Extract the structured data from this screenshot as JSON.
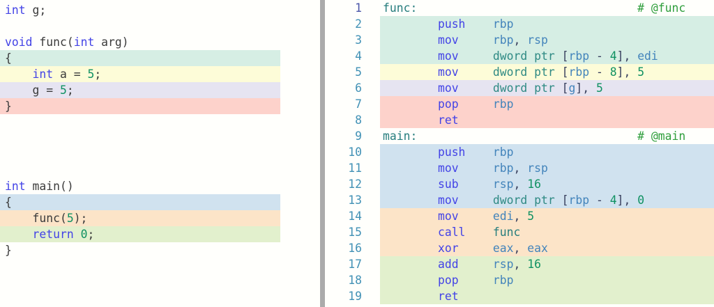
{
  "editor": {
    "background": "#fffffc",
    "divider_color": "#ababab",
    "line_number_color": "#4191b5",
    "active_line_number_color": "#4a55a8",
    "token_colors": {
      "keyword": "#4343e6",
      "opcode": "#4343e6",
      "plain": "#3b3b3b",
      "number": "#0f9162",
      "register": "#4384bb",
      "directive": "#2f8a84",
      "label": "#267d7d",
      "comment": "#2f9e3c",
      "punct": "#39405e"
    },
    "highlight_palette": {
      "teal": "#d6eee4",
      "yellow": "#fdfcd8",
      "lavender": "#e6e4f1",
      "pink": "#fdd2cb",
      "blue": "#d0e2ef",
      "orange": "#fce4c8",
      "green": "#e2f0cd"
    }
  },
  "source_pane": {
    "lines": [
      {
        "highlight": null,
        "segments": [
          [
            "int",
            "keyword"
          ],
          [
            " g;",
            "plain"
          ]
        ]
      },
      {
        "highlight": null,
        "segments": []
      },
      {
        "highlight": null,
        "segments": [
          [
            "void",
            "keyword"
          ],
          [
            " func(",
            "plain"
          ],
          [
            "int",
            "keyword"
          ],
          [
            " arg)",
            "plain"
          ]
        ]
      },
      {
        "highlight": "teal",
        "segments": [
          [
            "{",
            "plain"
          ]
        ]
      },
      {
        "highlight": "yellow",
        "segments": [
          [
            "    ",
            "plain"
          ],
          [
            "int",
            "keyword"
          ],
          [
            " a = ",
            "plain"
          ],
          [
            "5",
            "number"
          ],
          [
            ";",
            "plain"
          ]
        ]
      },
      {
        "highlight": "lavender",
        "segments": [
          [
            "    g = ",
            "plain"
          ],
          [
            "5",
            "number"
          ],
          [
            ";",
            "plain"
          ]
        ]
      },
      {
        "highlight": "pink",
        "segments": [
          [
            "}",
            "plain"
          ]
        ]
      },
      {
        "highlight": null,
        "segments": []
      },
      {
        "highlight": null,
        "segments": []
      },
      {
        "highlight": null,
        "segments": []
      },
      {
        "highlight": null,
        "segments": []
      },
      {
        "highlight": null,
        "segments": [
          [
            "int",
            "keyword"
          ],
          [
            " main()",
            "plain"
          ]
        ]
      },
      {
        "highlight": "blue",
        "segments": [
          [
            "{",
            "plain"
          ]
        ]
      },
      {
        "highlight": "orange",
        "segments": [
          [
            "    func(",
            "plain"
          ],
          [
            "5",
            "number"
          ],
          [
            ");",
            "plain"
          ]
        ]
      },
      {
        "highlight": "green",
        "segments": [
          [
            "    ",
            "plain"
          ],
          [
            "return",
            "keyword"
          ],
          [
            " ",
            "plain"
          ],
          [
            "0",
            "number"
          ],
          [
            ";",
            "plain"
          ]
        ]
      },
      {
        "highlight": null,
        "segments": [
          [
            "}",
            "plain"
          ]
        ]
      }
    ]
  },
  "asm_pane": {
    "lines": [
      {
        "number": "1",
        "active": true,
        "highlight": null,
        "segments": [
          [
            "func:",
            "label"
          ],
          [
            "                                ",
            "plain"
          ],
          [
            "# @func",
            "comment"
          ]
        ]
      },
      {
        "number": "2",
        "active": false,
        "highlight": "teal",
        "segments": [
          [
            "        ",
            "plain"
          ],
          [
            "push",
            "opcode"
          ],
          [
            "    ",
            "plain"
          ],
          [
            "rbp",
            "register"
          ]
        ]
      },
      {
        "number": "3",
        "active": false,
        "highlight": "teal",
        "segments": [
          [
            "        ",
            "plain"
          ],
          [
            "mov",
            "opcode"
          ],
          [
            "     ",
            "plain"
          ],
          [
            "rbp",
            "register"
          ],
          [
            ",",
            "punct"
          ],
          [
            " ",
            "plain"
          ],
          [
            "rsp",
            "register"
          ]
        ]
      },
      {
        "number": "4",
        "active": false,
        "highlight": "teal",
        "segments": [
          [
            "        ",
            "plain"
          ],
          [
            "mov",
            "opcode"
          ],
          [
            "     ",
            "plain"
          ],
          [
            "dword ptr",
            "directive"
          ],
          [
            " ",
            "plain"
          ],
          [
            "[",
            "punct"
          ],
          [
            "rbp",
            "register"
          ],
          [
            " - ",
            "punct"
          ],
          [
            "4",
            "number"
          ],
          [
            "]",
            "punct"
          ],
          [
            ",",
            "punct"
          ],
          [
            " ",
            "plain"
          ],
          [
            "edi",
            "register"
          ]
        ]
      },
      {
        "number": "5",
        "active": false,
        "highlight": "yellow",
        "segments": [
          [
            "        ",
            "plain"
          ],
          [
            "mov",
            "opcode"
          ],
          [
            "     ",
            "plain"
          ],
          [
            "dword ptr",
            "directive"
          ],
          [
            " ",
            "plain"
          ],
          [
            "[",
            "punct"
          ],
          [
            "rbp",
            "register"
          ],
          [
            " - ",
            "punct"
          ],
          [
            "8",
            "number"
          ],
          [
            "]",
            "punct"
          ],
          [
            ",",
            "punct"
          ],
          [
            " ",
            "plain"
          ],
          [
            "5",
            "number"
          ]
        ]
      },
      {
        "number": "6",
        "active": false,
        "highlight": "lavender",
        "segments": [
          [
            "        ",
            "plain"
          ],
          [
            "mov",
            "opcode"
          ],
          [
            "     ",
            "plain"
          ],
          [
            "dword ptr",
            "directive"
          ],
          [
            " ",
            "plain"
          ],
          [
            "[",
            "punct"
          ],
          [
            "g",
            "register"
          ],
          [
            "]",
            "punct"
          ],
          [
            ",",
            "punct"
          ],
          [
            " ",
            "plain"
          ],
          [
            "5",
            "number"
          ]
        ]
      },
      {
        "number": "7",
        "active": false,
        "highlight": "pink",
        "segments": [
          [
            "        ",
            "plain"
          ],
          [
            "pop",
            "opcode"
          ],
          [
            "     ",
            "plain"
          ],
          [
            "rbp",
            "register"
          ]
        ]
      },
      {
        "number": "8",
        "active": false,
        "highlight": "pink",
        "segments": [
          [
            "        ",
            "plain"
          ],
          [
            "ret",
            "opcode"
          ]
        ]
      },
      {
        "number": "9",
        "active": false,
        "highlight": null,
        "segments": [
          [
            "main:",
            "label"
          ],
          [
            "                                ",
            "plain"
          ],
          [
            "# @main",
            "comment"
          ]
        ]
      },
      {
        "number": "10",
        "active": false,
        "highlight": "blue",
        "segments": [
          [
            "        ",
            "plain"
          ],
          [
            "push",
            "opcode"
          ],
          [
            "    ",
            "plain"
          ],
          [
            "rbp",
            "register"
          ]
        ]
      },
      {
        "number": "11",
        "active": false,
        "highlight": "blue",
        "segments": [
          [
            "        ",
            "plain"
          ],
          [
            "mov",
            "opcode"
          ],
          [
            "     ",
            "plain"
          ],
          [
            "rbp",
            "register"
          ],
          [
            ",",
            "punct"
          ],
          [
            " ",
            "plain"
          ],
          [
            "rsp",
            "register"
          ]
        ]
      },
      {
        "number": "12",
        "active": false,
        "highlight": "blue",
        "segments": [
          [
            "        ",
            "plain"
          ],
          [
            "sub",
            "opcode"
          ],
          [
            "     ",
            "plain"
          ],
          [
            "rsp",
            "register"
          ],
          [
            ",",
            "punct"
          ],
          [
            " ",
            "plain"
          ],
          [
            "16",
            "number"
          ]
        ]
      },
      {
        "number": "13",
        "active": false,
        "highlight": "blue",
        "segments": [
          [
            "        ",
            "plain"
          ],
          [
            "mov",
            "opcode"
          ],
          [
            "     ",
            "plain"
          ],
          [
            "dword ptr",
            "directive"
          ],
          [
            " ",
            "plain"
          ],
          [
            "[",
            "punct"
          ],
          [
            "rbp",
            "register"
          ],
          [
            " - ",
            "punct"
          ],
          [
            "4",
            "number"
          ],
          [
            "]",
            "punct"
          ],
          [
            ",",
            "punct"
          ],
          [
            " ",
            "plain"
          ],
          [
            "0",
            "number"
          ]
        ]
      },
      {
        "number": "14",
        "active": false,
        "highlight": "orange",
        "segments": [
          [
            "        ",
            "plain"
          ],
          [
            "mov",
            "opcode"
          ],
          [
            "     ",
            "plain"
          ],
          [
            "edi",
            "register"
          ],
          [
            ",",
            "punct"
          ],
          [
            " ",
            "plain"
          ],
          [
            "5",
            "number"
          ]
        ]
      },
      {
        "number": "15",
        "active": false,
        "highlight": "orange",
        "segments": [
          [
            "        ",
            "plain"
          ],
          [
            "call",
            "opcode"
          ],
          [
            "    ",
            "plain"
          ],
          [
            "func",
            "label"
          ]
        ]
      },
      {
        "number": "16",
        "active": false,
        "highlight": "orange",
        "segments": [
          [
            "        ",
            "plain"
          ],
          [
            "xor",
            "opcode"
          ],
          [
            "     ",
            "plain"
          ],
          [
            "eax",
            "register"
          ],
          [
            ",",
            "punct"
          ],
          [
            " ",
            "plain"
          ],
          [
            "eax",
            "register"
          ]
        ]
      },
      {
        "number": "17",
        "active": false,
        "highlight": "green",
        "segments": [
          [
            "        ",
            "plain"
          ],
          [
            "add",
            "opcode"
          ],
          [
            "     ",
            "plain"
          ],
          [
            "rsp",
            "register"
          ],
          [
            ",",
            "punct"
          ],
          [
            " ",
            "plain"
          ],
          [
            "16",
            "number"
          ]
        ]
      },
      {
        "number": "18",
        "active": false,
        "highlight": "green",
        "segments": [
          [
            "        ",
            "plain"
          ],
          [
            "pop",
            "opcode"
          ],
          [
            "     ",
            "plain"
          ],
          [
            "rbp",
            "register"
          ]
        ]
      },
      {
        "number": "19",
        "active": false,
        "highlight": "green",
        "segments": [
          [
            "        ",
            "plain"
          ],
          [
            "ret",
            "opcode"
          ]
        ]
      }
    ]
  }
}
